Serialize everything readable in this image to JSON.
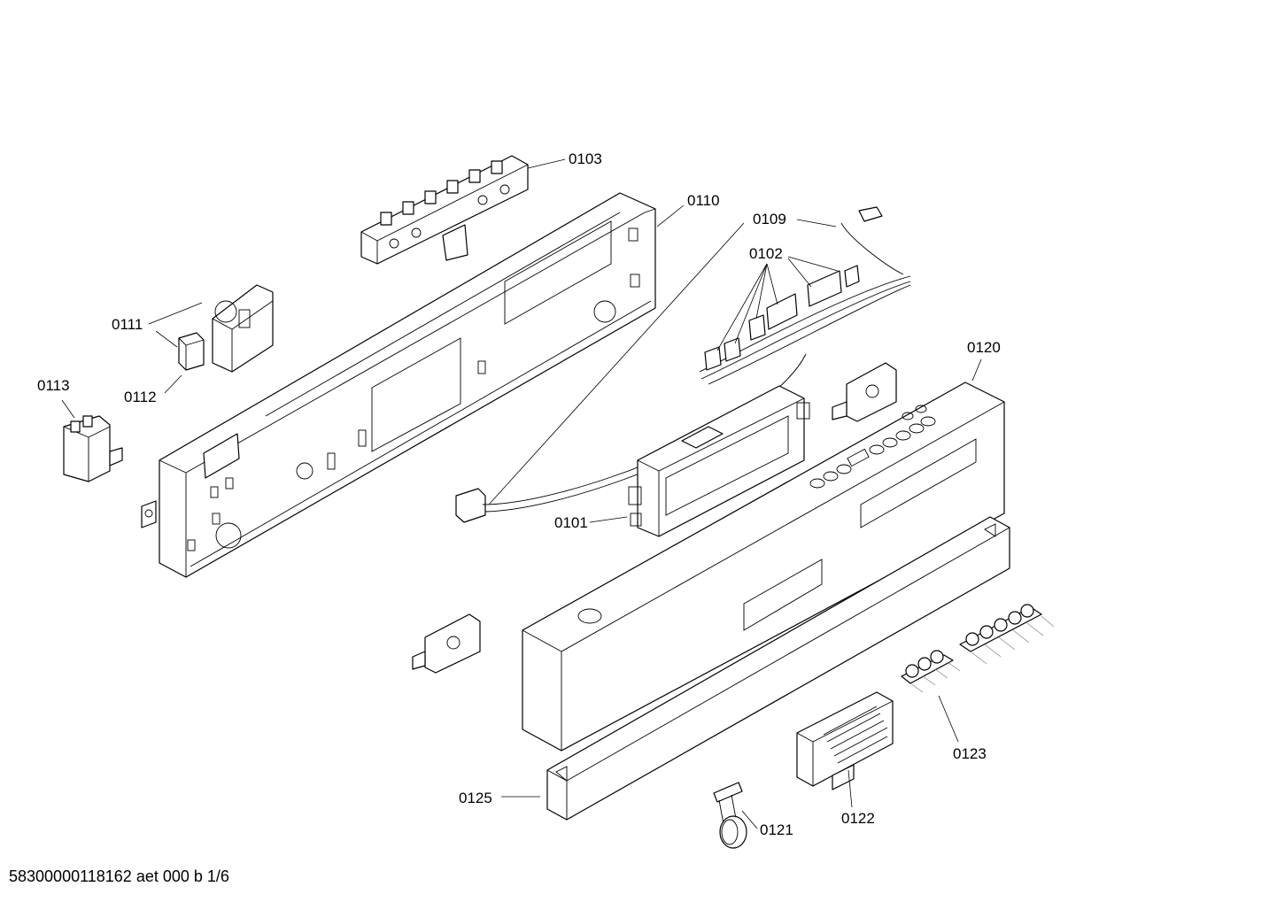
{
  "labels": {
    "p0101": "0101",
    "p0102": "0102",
    "p0103": "0103",
    "p0109": "0109",
    "p0110": "0110",
    "p0111": "0111",
    "p0112": "0112",
    "p0113": "0113",
    "p0120": "0120",
    "p0121": "0121",
    "p0122": "0122",
    "p0123": "0123",
    "p0125": "0125"
  },
  "footer": {
    "code": "58300000118162 aet 000 b 1/6"
  }
}
